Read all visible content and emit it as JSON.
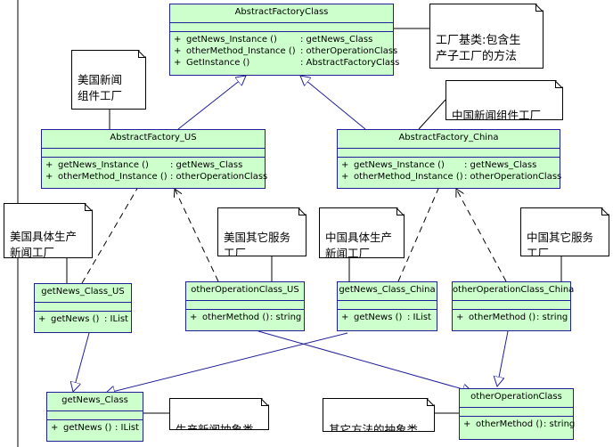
{
  "classes": {
    "abstract_factory": {
      "title": "AbstractFactoryClass",
      "ops": [
        {
          "vis": "+",
          "name": "getNews_Instance ()",
          "ret": ": getNews_Class"
        },
        {
          "vis": "+",
          "name": "otherMethod_Instance ()",
          "ret": ": otherOperationClass"
        },
        {
          "vis": "+",
          "name": "GetInstance ()",
          "ret": ": AbstractFactoryClass"
        }
      ]
    },
    "factory_us": {
      "title": "AbstractFactory_US",
      "ops": [
        {
          "vis": "+",
          "name": "getNews_Instance ()",
          "ret": ": getNews_Class"
        },
        {
          "vis": "+",
          "name": "otherMethod_Instance ()",
          "ret": ": otherOperationClass"
        }
      ]
    },
    "factory_china": {
      "title": "AbstractFactory_China",
      "ops": [
        {
          "vis": "+",
          "name": "getNews_Instance ()",
          "ret": ": getNews_Class"
        },
        {
          "vis": "+",
          "name": "otherMethod_Instance ()",
          "ret": ": otherOperationClass"
        }
      ]
    },
    "getnews_us": {
      "title": "getNews_Class_US",
      "ops": [
        {
          "vis": "+",
          "name": "getNews ()",
          "ret": ": IList"
        }
      ]
    },
    "other_us": {
      "title": "otherOperationClass_US",
      "ops": [
        {
          "vis": "+",
          "name": "otherMethod ()",
          "ret": ": string"
        }
      ]
    },
    "getnews_china": {
      "title": "getNews_Class_China",
      "ops": [
        {
          "vis": "+",
          "name": "getNews ()",
          "ret": ": IList"
        }
      ]
    },
    "other_china": {
      "title": "otherOperationClass_China",
      "ops": [
        {
          "vis": "+",
          "name": "otherMethod ()",
          "ret": ": string"
        }
      ]
    },
    "getnews_base": {
      "title": "getNews_Class",
      "ops": [
        {
          "vis": "+",
          "name": "getNews ()",
          "ret": ": IList"
        }
      ]
    },
    "other_base": {
      "title": "otherOperationClass",
      "ops": [
        {
          "vis": "+",
          "name": "otherMethod ()",
          "ret": ": string"
        }
      ]
    }
  },
  "notes": {
    "factory_base": "工厂基类:包含生\n产子工厂的方法",
    "us_component": "美国新闻\n组件工厂",
    "china_component": "中国新闻组件工厂",
    "us_concrete": "美国具体生产\n新闻工厂",
    "us_other": "美国其它服务\n工厂",
    "china_concrete": "中国具体生产\n新闻工厂",
    "china_other": "中国其它服务\n工厂",
    "news_abstract": "生产新闻抽象类",
    "other_abstract": "其它方法的抽象类"
  }
}
